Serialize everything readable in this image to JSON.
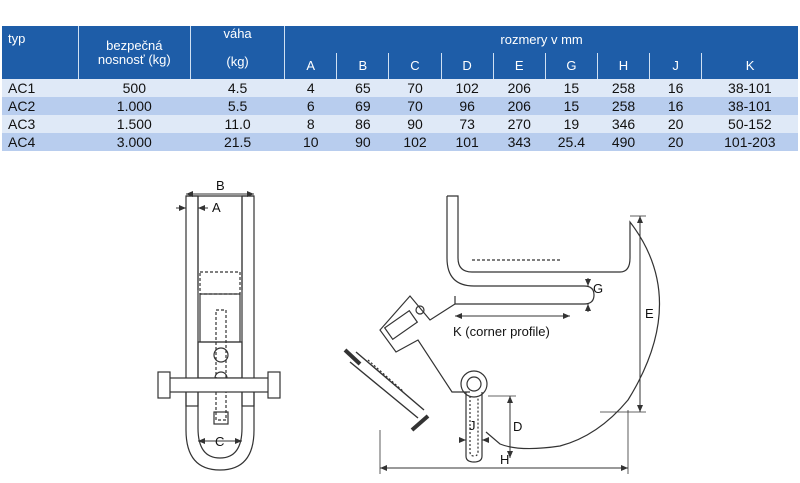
{
  "table": {
    "header": {
      "typ": "typ",
      "capacity": "bezpečná nosnosť (kg)",
      "weight_title": "váha",
      "weight_unit": "(kg)",
      "dims_title": "rozmery v mm",
      "dims": [
        "A",
        "B",
        "C",
        "D",
        "E",
        "G",
        "H",
        "J",
        "K"
      ]
    },
    "rows": [
      {
        "typ": "AC1",
        "capacity": "500",
        "weight": "4.5",
        "dims": [
          "4",
          "65",
          "70",
          "102",
          "206",
          "15",
          "258",
          "16",
          "38-101"
        ]
      },
      {
        "typ": "AC2",
        "capacity": "1.000",
        "weight": "5.5",
        "dims": [
          "6",
          "69",
          "70",
          "96",
          "206",
          "15",
          "258",
          "16",
          "38-101"
        ]
      },
      {
        "typ": "AC3",
        "capacity": "1.500",
        "weight": "11.0",
        "dims": [
          "8",
          "86",
          "90",
          "73",
          "270",
          "19",
          "346",
          "20",
          "50-152"
        ]
      },
      {
        "typ": "AC4",
        "capacity": "3.000",
        "weight": "21.5",
        "dims": [
          "10",
          "90",
          "102",
          "101",
          "343",
          "25.4",
          "490",
          "20",
          "101-203"
        ]
      }
    ]
  },
  "drawing": {
    "label_a": "A",
    "label_b": "B",
    "label_c": "C",
    "label_d": "D",
    "label_e": "E",
    "label_g": "G",
    "label_h": "H",
    "label_j": "J",
    "label_k": "K (corner profile)",
    "line_color": "#333333"
  }
}
